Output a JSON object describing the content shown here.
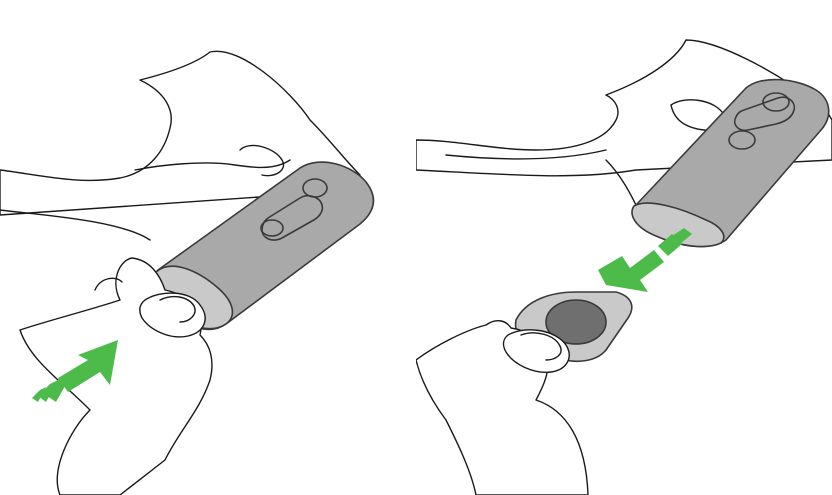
{
  "illustration": {
    "steps": [
      {
        "icon": "push-slide-in-arrow",
        "direction": "insert"
      },
      {
        "icon": "pull-slide-out-arrow",
        "direction": "remove"
      }
    ],
    "colors": {
      "remote_body": "#a9a9a9",
      "remote_end": "#c9c9c9",
      "arrow": "#4dbb4a",
      "battery": "#6f6f6f",
      "outline": "#1a1a1a",
      "background": "#ffffff"
    }
  }
}
